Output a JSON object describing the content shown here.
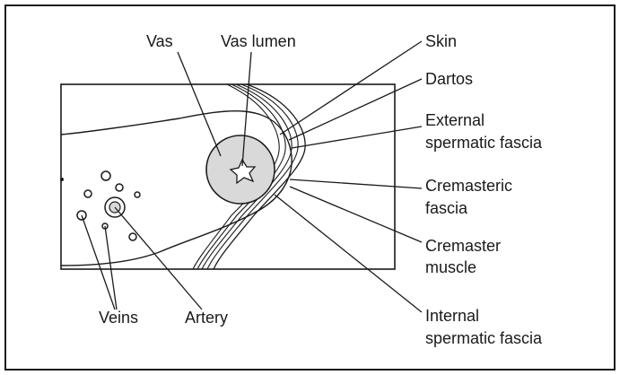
{
  "labels": {
    "vas": "Vas",
    "vas_lumen": "Vas lumen",
    "skin": "Skin",
    "dartos": "Dartos",
    "external_fascia_line1": "External",
    "external_fascia_line2": "spermatic fascia",
    "cremasteric_fascia_line1": "Cremasteric",
    "cremasteric_fascia_line2": "fascia",
    "cremaster_muscle_line1": "Cremaster",
    "cremaster_muscle_line2": "muscle",
    "internal_fascia_line1": "Internal",
    "internal_fascia_line2": "spermatic fascia",
    "veins": "Veins",
    "artery": "Artery"
  },
  "colors": {
    "outline": "#1a1a1a",
    "vas_fill": "#d9d9d9",
    "background": "#ffffff"
  }
}
